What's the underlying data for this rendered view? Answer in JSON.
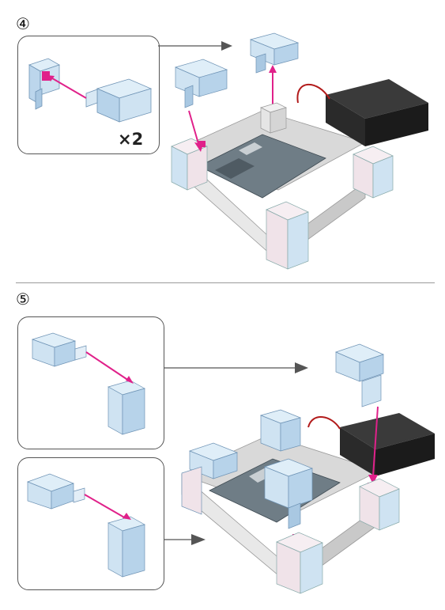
{
  "steps": [
    {
      "number": "④",
      "multiplier": "×2"
    },
    {
      "number": "⑤"
    }
  ],
  "colors": {
    "block_light": "#cfe3f2",
    "block_mid": "#b7d3ea",
    "block_dark": "#8fb3d2",
    "block_pink": "#f3e7ec",
    "connector_magenta": "#e0218a",
    "battery_black": "#1b1b1b",
    "board": "#6f7d86",
    "base_grey": "#dcdcdc"
  },
  "icons": [
    "arrow-right-icon",
    "arrow-down-icon"
  ]
}
